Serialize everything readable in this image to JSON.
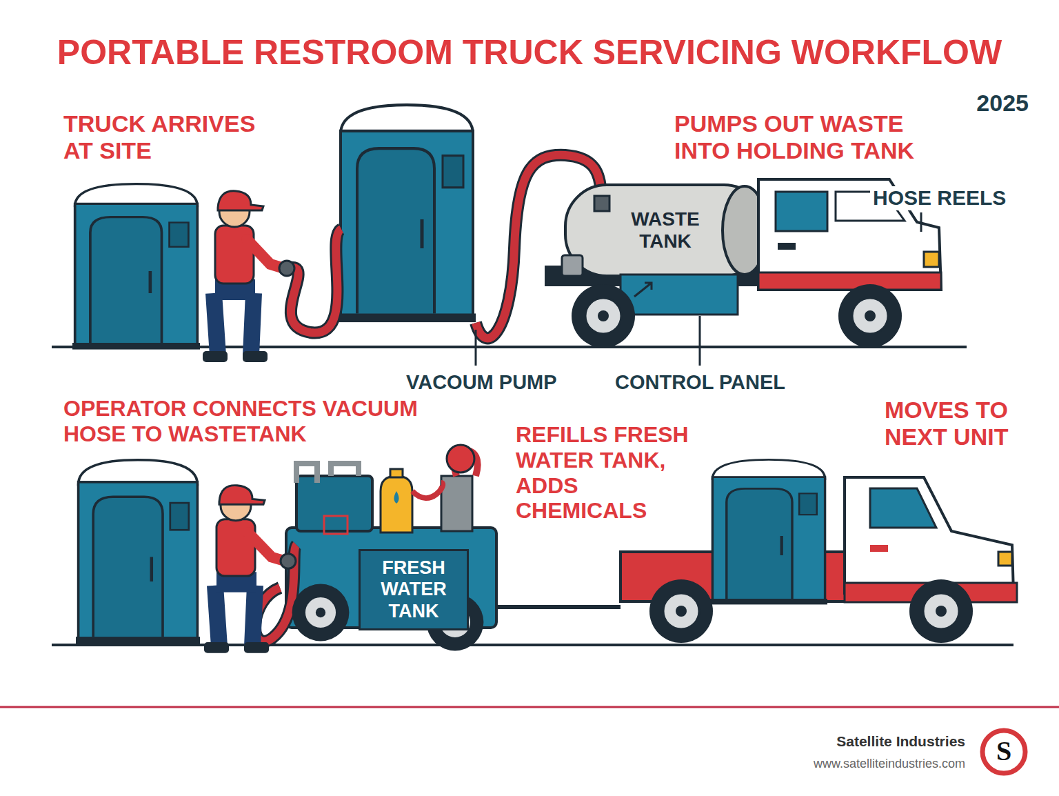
{
  "diagram": {
    "title": "PORTABLE RESTROOM TRUCK SERVICING WORKFLOW",
    "nodes": [
      {
        "text": [
          "WASTE TANK"
        ]
      },
      {
        "text": [
          "FRESH WATER TANK"
        ]
      }
    ],
    "labels": [
      "2025",
      "TRUCK ARRIVES AT SITE",
      "PUMPS OUT WASTE INTO HOLDING TANK",
      "HOSE REELS",
      "VACOUM PUMP",
      "CONTROL PANEL",
      "OPERATOR CONNECTS VACUUM HOSE TO WASTETANK",
      "REFILLS FRESH WATER TANK, ADDS CHEMICALS",
      "MOVES TO NEXT UNIT",
      "Satellite Industries",
      "www.satelliteindustries.com",
      "S"
    ]
  }
}
